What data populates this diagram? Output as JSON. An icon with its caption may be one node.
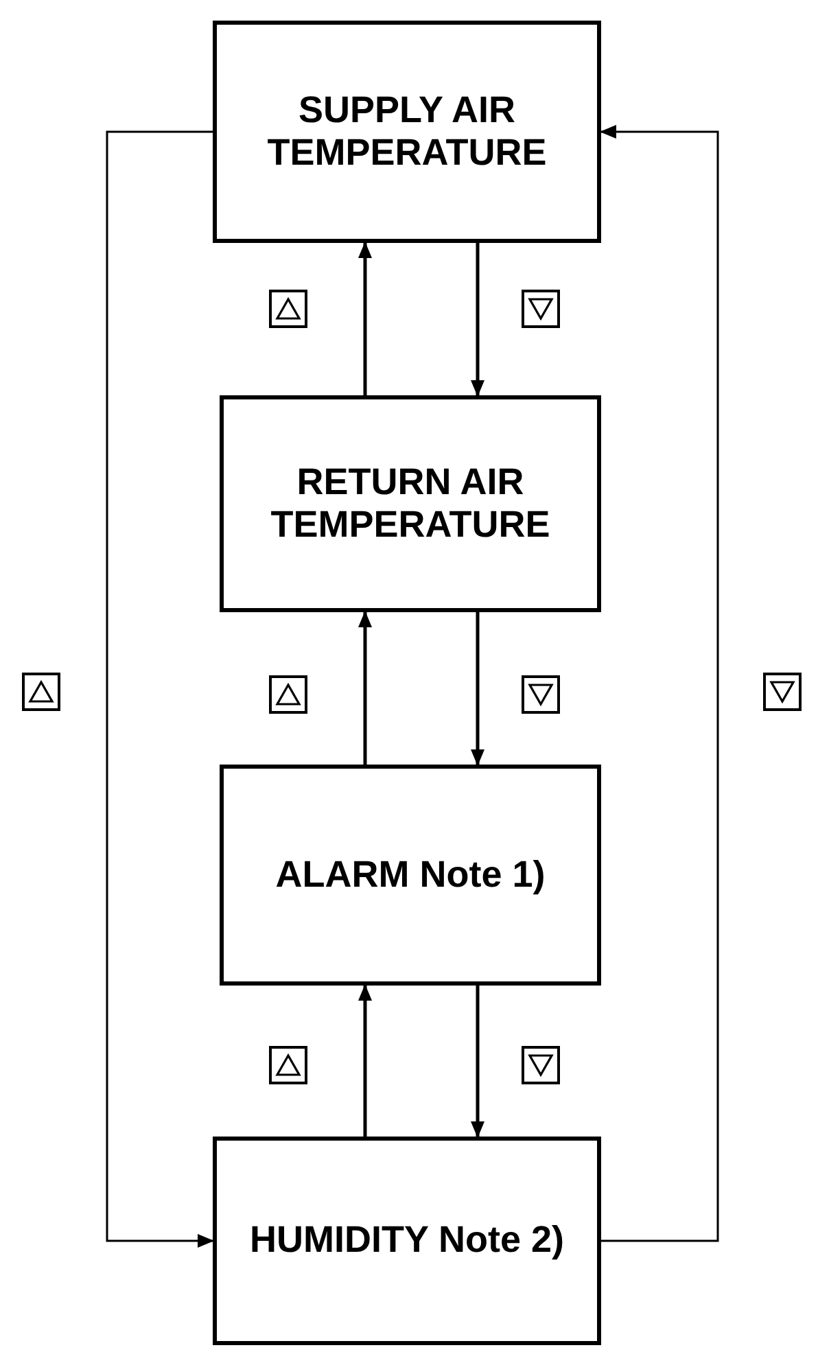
{
  "diagram": {
    "nodes": [
      {
        "text": [
          "SUPPLY AIR TEMPERATURE"
        ]
      },
      {
        "text": [
          "RETURN AIR TEMPERATURE"
        ]
      },
      {
        "text": [
          "ALARM Note 1)"
        ]
      },
      {
        "text": [
          "HUMIDITY Note 2)"
        ]
      }
    ],
    "edges": [
      {
        "from": 1,
        "to": 0,
        "arrow": "to"
      },
      {
        "from": 0,
        "to": 1,
        "arrow": "to"
      },
      {
        "from": 2,
        "to": 1,
        "arrow": "to"
      },
      {
        "from": 1,
        "to": 2,
        "arrow": "to"
      },
      {
        "from": 3,
        "to": 2,
        "arrow": "to"
      },
      {
        "from": 2,
        "to": 3,
        "arrow": "to"
      },
      {
        "from": 0,
        "to": 3,
        "arrow": "to"
      },
      {
        "from": 3,
        "to": 0,
        "arrow": "to"
      }
    ]
  }
}
